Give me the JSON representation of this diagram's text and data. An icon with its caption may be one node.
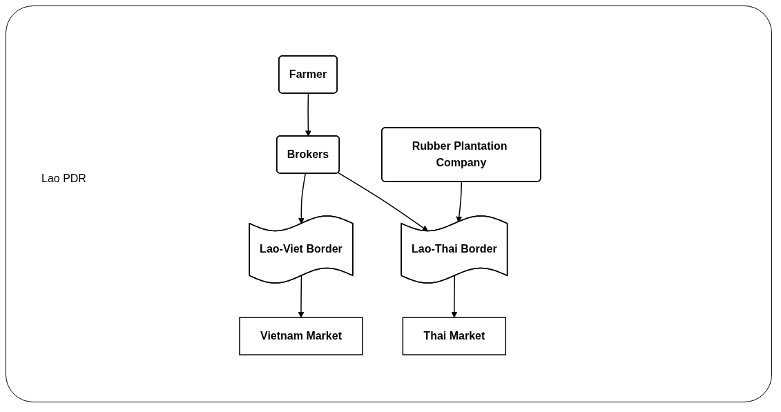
{
  "diagram": {
    "nodes": [
      {
        "text": [
          "Farmer"
        ]
      },
      {
        "text": [
          "Brokers"
        ]
      },
      {
        "text": [
          "Rubber Plantation Company"
        ]
      },
      {
        "text": [
          "Lao-Viet Border"
        ]
      },
      {
        "text": [
          "Lao-Thai Border"
        ]
      },
      {
        "text": [
          "Vietnam Market"
        ]
      },
      {
        "text": [
          "Thai Market"
        ]
      }
    ],
    "edges": [
      {
        "from": 0,
        "to": 1,
        "arrow": "to"
      },
      {
        "from": 1,
        "to": 3,
        "arrow": "to"
      },
      {
        "from": 1,
        "to": 4,
        "arrow": "to"
      },
      {
        "from": 2,
        "to": 4,
        "arrow": "to"
      },
      {
        "from": 3,
        "to": 5,
        "arrow": "to"
      },
      {
        "from": 4,
        "to": 6,
        "arrow": "to"
      }
    ],
    "labels": [
      "Lao PDR"
    ]
  }
}
